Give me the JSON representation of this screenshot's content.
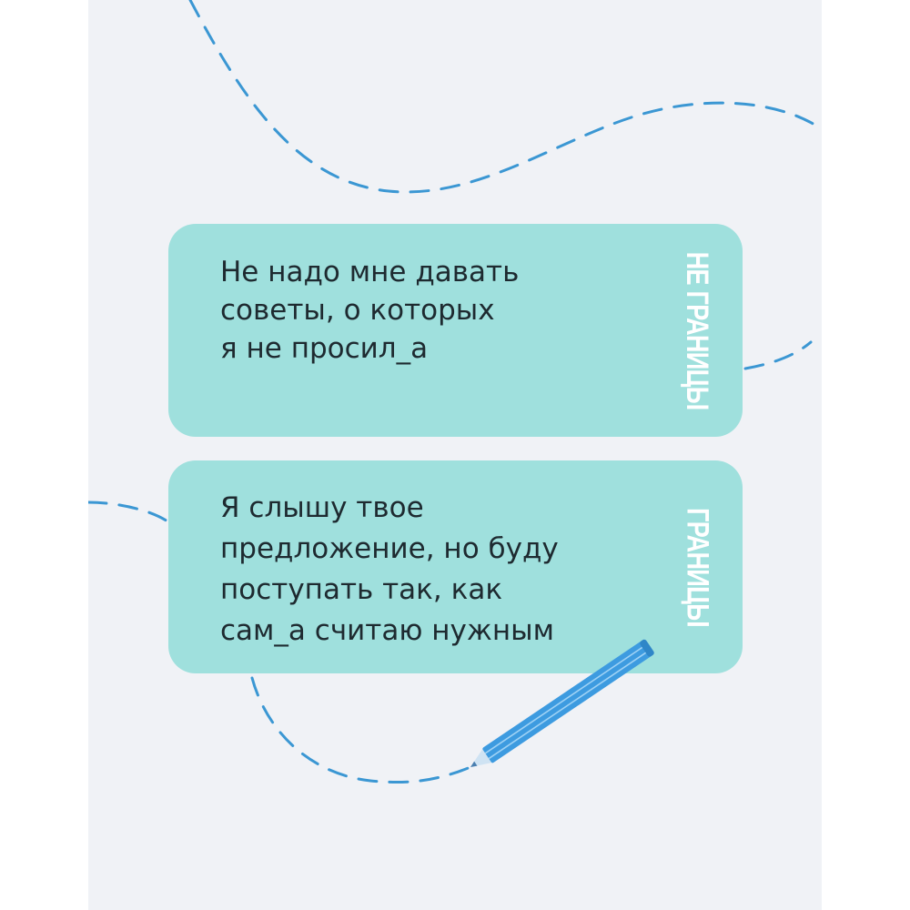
{
  "cards": [
    {
      "text": "Не надо мне давать\nсоветы, о которых\nя не просил_а",
      "label": "НЕ ГРАНИЦЫ"
    },
    {
      "text": "Я слышу твое\nпредложение, но буду\nпоступать так, как\nсам_а считаю нужным",
      "label": "ГРАНИЦЫ"
    }
  ],
  "colors": {
    "background": "#f0f2f6",
    "card": "#9fe0dd",
    "text": "#1e2a30",
    "label": "#ffffff",
    "dash": "#3b97d3",
    "pencil": "#3d9be0"
  },
  "icons": [
    "pencil-icon"
  ]
}
